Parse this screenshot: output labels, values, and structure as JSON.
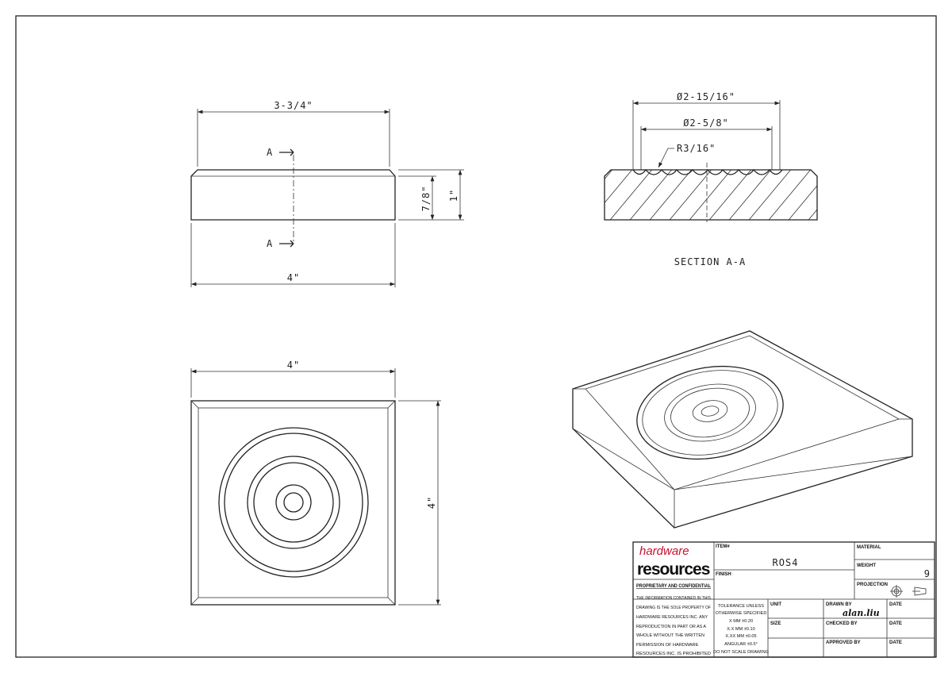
{
  "front_view": {
    "width_top": "3-3/4\"",
    "width_bottom": "4\"",
    "height_inner": "7/8\"",
    "height_total": "1\"",
    "section_marker_top": "A",
    "section_marker_bottom": "A"
  },
  "section_view": {
    "dia_outer": "Ø2-15/16\"",
    "dia_inner": "Ø2-5/8\"",
    "radius": "R3/16\"",
    "title": "SECTION A-A"
  },
  "top_view": {
    "width": "4\"",
    "height": "4\""
  },
  "title_block": {
    "logo_top": "hardware",
    "logo_bottom": "resources",
    "item_label": "ITEM#",
    "item_value": "ROS4",
    "finish_label": "FINISH",
    "material_label": "MATERIAL",
    "weight_label": "WEIGHT",
    "weight_value": "9",
    "projection_label": "PROJECTION",
    "proprietary_title": "PROPRIETARY AND CONFIDENTIAL",
    "proprietary_lines": [
      "THE INFORMATION CONTAINED IN THIS",
      "DRAWING IS THE SOLE PROPERTY OF",
      "HARDWARE RESOURCES INC.  ANY",
      "REPRODUCTION IN PART OR AS A",
      "WHOLE  WITHOUT THE WRITTEN",
      "PERMISSION OF HARDWARE",
      "RESOURCES INC. IS PROHIBITED"
    ],
    "tolerance_lines": [
      "TOLERANCE UNLESS",
      "OTHERWISE SPECIFIED",
      "X   MM   ±0.20",
      "X.X   MM   ±0.10",
      "X.XX  MM  ±0.05",
      "ANGULAR   ±0.5°",
      "DO NOT SCALE DRAWING"
    ],
    "unit_label": "UNIT",
    "size_label": "SIZE",
    "drawn_by_label": "DRAWN BY",
    "drawn_by_value": "alan.liu",
    "checked_by_label": "CHECKED BY",
    "approved_by_label": "APPROVED BY",
    "date_label_1": "DATE",
    "date_label_2": "DATE",
    "date_label_3": "DATE",
    "logo_color": "#c8102e"
  }
}
